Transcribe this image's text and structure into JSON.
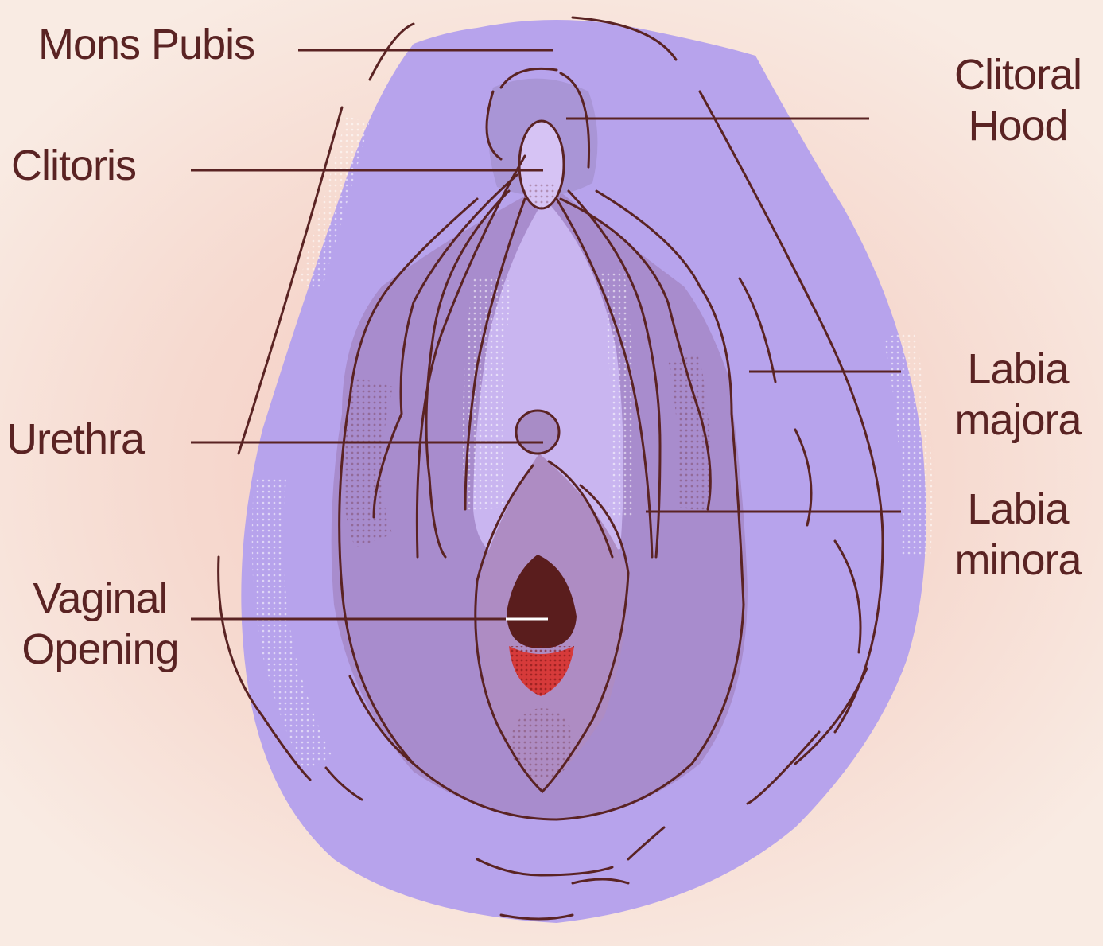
{
  "labels": {
    "mons_pubis": "Mons Pubis",
    "clitoris": "Clitoris",
    "clitoral_hood": [
      "Clitoral",
      "Hood"
    ],
    "labia_majora": [
      "Labia",
      "majora"
    ],
    "urethra": "Urethra",
    "labia_minora": [
      "Labia",
      "minora"
    ],
    "vaginal_opening": [
      "Vaginal",
      "Opening"
    ]
  },
  "colors": {
    "background": "#f8e6dc",
    "body": "#b8a4ec",
    "labia_minora_fill": "#a98fcf",
    "inner_fill": "#cbb6f0",
    "outline": "#5a2323",
    "opening": "#5a1d1d",
    "opening_lower": "#d63a3a"
  }
}
